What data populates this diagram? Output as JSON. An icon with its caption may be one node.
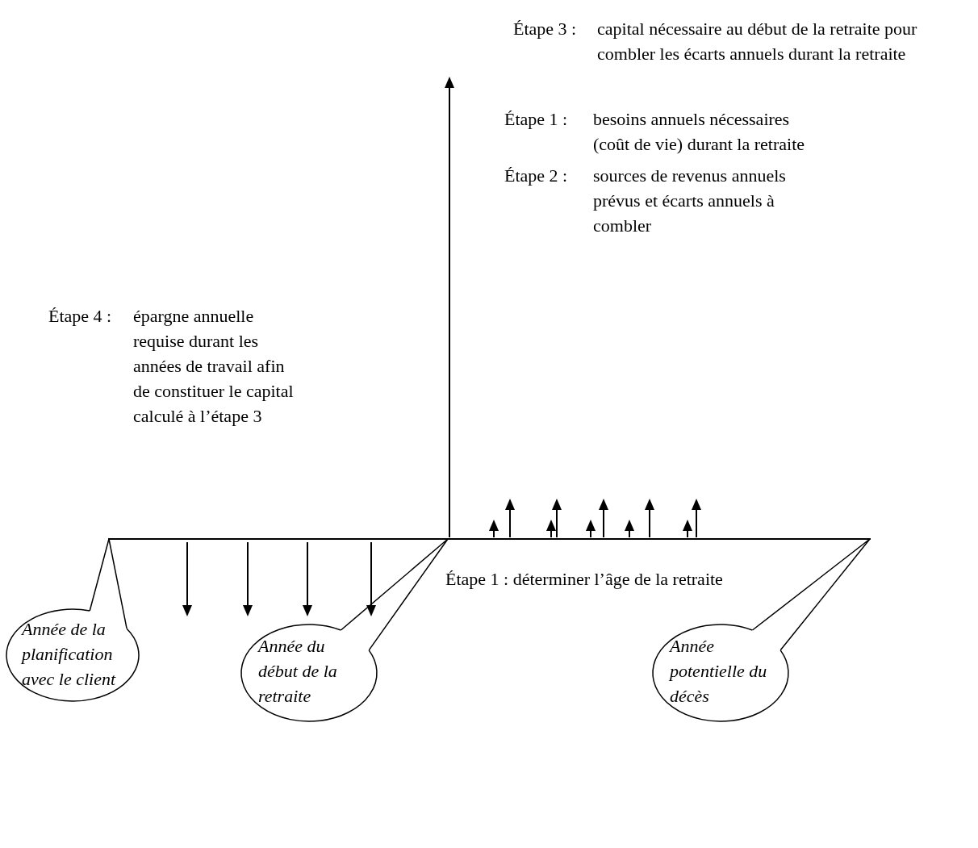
{
  "diagram": {
    "nodes": [
      {
        "text": [
          "Année de la planification avec le client"
        ]
      },
      {
        "text": [
          "Année du début de la retraite"
        ]
      },
      {
        "text": [
          "Année potentielle du décès"
        ]
      },
      {
        "text": [],
        "shape": "bar"
      }
    ],
    "edges": [
      {
        "from": 0,
        "to": 3,
        "arrow": "none"
      },
      {
        "from": 1,
        "to": 3,
        "arrow": "none"
      },
      {
        "from": 2,
        "to": 3,
        "arrow": "none"
      }
    ],
    "labels": [
      "Étape 3 :",
      "capital nécessaire au début de la retraite pour combler les écarts annuels durant la retraite",
      "Étape 1 :",
      "besoins annuels nécessaires (coût de vie) durant la retraite",
      "Étape 2 :",
      "sources de revenus annuels prévus et écarts annuels à combler",
      "Étape 4 :",
      "épargne annuelle requise durant les années de travail afin de constituer le capital calculé à l’étape 3",
      "Étape 1 : déterminer l’âge de la retraite"
    ]
  }
}
